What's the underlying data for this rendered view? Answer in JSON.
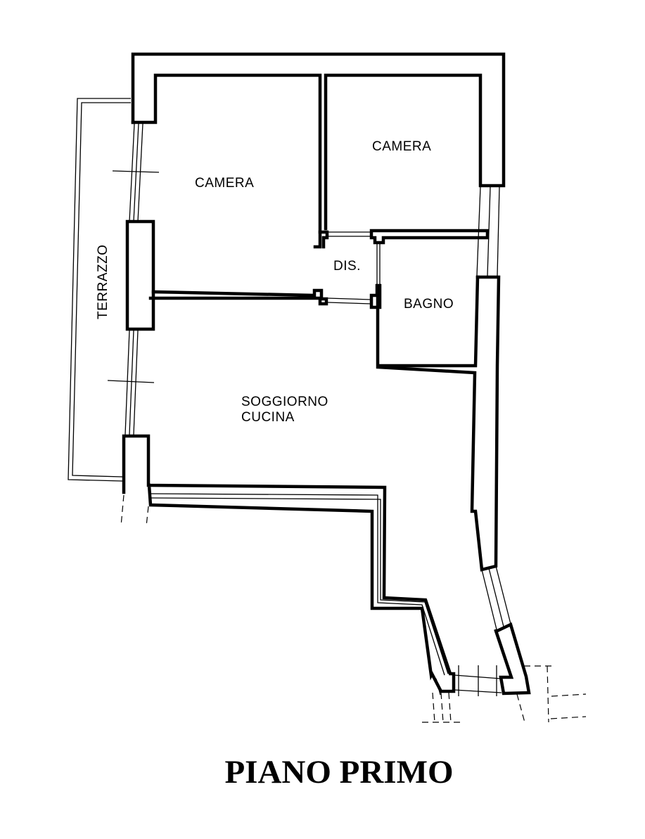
{
  "title": "PIANO PRIMO",
  "rooms": {
    "camera_left": "CAMERA",
    "camera_right": "CAMERA",
    "disimpegno": "DIS.",
    "bagno": "BAGNO",
    "soggiorno_line1": "SOGGIORNO",
    "soggiorno_line2": "CUCINA",
    "terrazzo": "TERRAZZO"
  }
}
